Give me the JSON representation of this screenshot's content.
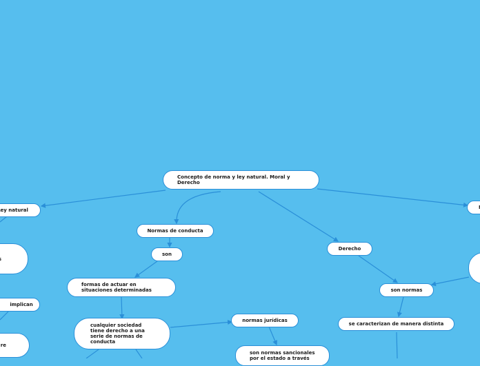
{
  "colors": {
    "background": "#56BEEE",
    "node_fill": "#FFFFFF",
    "node_border": "#2A8FD8",
    "connector": "#2A8FD8"
  },
  "nodes": {
    "root": "Concepto de norma y ley natural. Moral y Derecho",
    "ley_natural": "Ley natural",
    "right_cut": "N",
    "normas_conducta": "Normas de conducta",
    "son": "son",
    "formas_actuar": "formas de actuar en situaciones determinadas",
    "cualquier_sociedad": "cualquier sociedad tiene derecho a una serie de normas de conducta",
    "normas_juridicas": "normas jurídicas",
    "sancionales": "son normas sancionales por el estado a través",
    "derecho": "Derecho",
    "son_normas": "son normas",
    "caracterizan": "se caracterizan de manera distinta",
    "left_round_1": "s",
    "implican": "implican",
    "left_round_2": "re"
  }
}
